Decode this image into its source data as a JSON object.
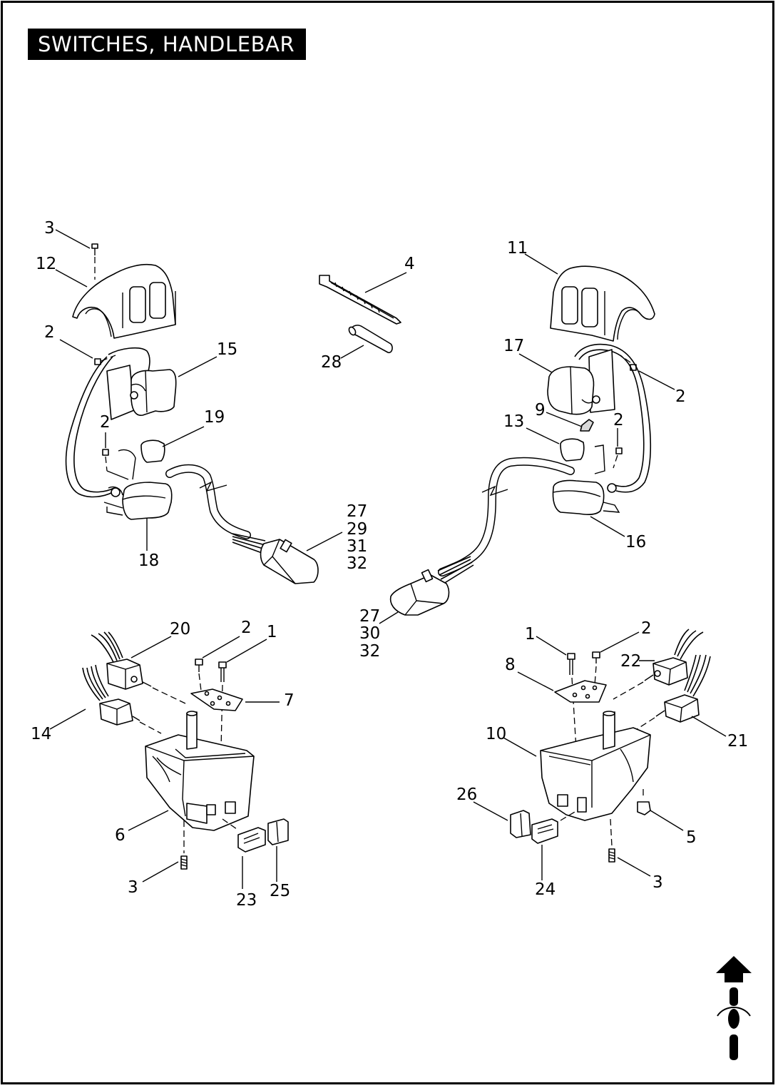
{
  "title": "SWITCHES, HANDLEBAR",
  "callouts": [
    {
      "id": "c-3-top",
      "text": "3"
    },
    {
      "id": "c-12",
      "text": "12"
    },
    {
      "id": "c-2-a",
      "text": "2"
    },
    {
      "id": "c-15",
      "text": "15"
    },
    {
      "id": "c-2-b",
      "text": "2"
    },
    {
      "id": "c-19",
      "text": "19"
    },
    {
      "id": "c-18",
      "text": "18"
    },
    {
      "id": "c-4",
      "text": "4"
    },
    {
      "id": "c-28",
      "text": "28"
    },
    {
      "id": "c-11",
      "text": "11"
    },
    {
      "id": "c-17",
      "text": "17"
    },
    {
      "id": "c-2-c",
      "text": "2"
    },
    {
      "id": "c-9",
      "text": "9"
    },
    {
      "id": "c-13",
      "text": "13"
    },
    {
      "id": "c-2-d",
      "text": "2"
    },
    {
      "id": "c-16",
      "text": "16"
    },
    {
      "id": "c-27-a",
      "text": "27"
    },
    {
      "id": "c-29",
      "text": "29"
    },
    {
      "id": "c-31",
      "text": "31"
    },
    {
      "id": "c-32-a",
      "text": "32"
    },
    {
      "id": "c-27-b",
      "text": "27"
    },
    {
      "id": "c-30",
      "text": "30"
    },
    {
      "id": "c-32-b",
      "text": "32"
    },
    {
      "id": "c-20",
      "text": "20"
    },
    {
      "id": "c-2-e",
      "text": "2"
    },
    {
      "id": "c-1-a",
      "text": "1"
    },
    {
      "id": "c-7",
      "text": "7"
    },
    {
      "id": "c-14",
      "text": "14"
    },
    {
      "id": "c-6",
      "text": "6"
    },
    {
      "id": "c-3-bl",
      "text": "3"
    },
    {
      "id": "c-23",
      "text": "23"
    },
    {
      "id": "c-25",
      "text": "25"
    },
    {
      "id": "c-1-b",
      "text": "1"
    },
    {
      "id": "c-2-f",
      "text": "2"
    },
    {
      "id": "c-8",
      "text": "8"
    },
    {
      "id": "c-22",
      "text": "22"
    },
    {
      "id": "c-10",
      "text": "10"
    },
    {
      "id": "c-21",
      "text": "21"
    },
    {
      "id": "c-26",
      "text": "26"
    },
    {
      "id": "c-5",
      "text": "5"
    },
    {
      "id": "c-24",
      "text": "24"
    },
    {
      "id": "c-3-br",
      "text": "3"
    }
  ],
  "icons": {
    "orientation": "motorcycle-forward-arrow-icon"
  }
}
